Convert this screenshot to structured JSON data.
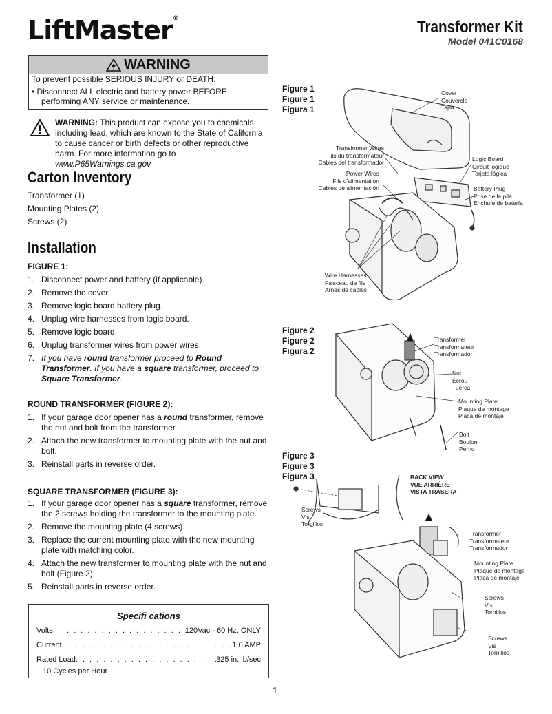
{
  "header": {
    "logo": "LiftMaster",
    "registered": "®",
    "title": "Transformer Kit",
    "model": "Model 041C0168"
  },
  "warning": {
    "heading": "WARNING",
    "line1": "To prevent possible SERIOUS INJURY or DEATH:",
    "bullet": "•  Disconnect ALL electric and battery power BEFORE performing ANY service or maintenance.",
    "prop65_label": "WARNING:",
    "prop65_text": " This product can expose you to chemicals including lead, which are known to the State of California to cause cancer or birth defects or other reproductive harm. For more information go to ",
    "prop65_link": "www.P65Warnings.ca.gov"
  },
  "inventory": {
    "heading": "Carton Inventory",
    "items": [
      "Transformer (1)",
      "Mounting Plates (2)",
      "Screws (2)"
    ]
  },
  "installation": {
    "heading": "Installation",
    "figure1_heading": "FIGURE 1:",
    "figure1_steps": [
      {
        "n": "1.",
        "t": "Disconnect power and battery (if applicable)."
      },
      {
        "n": "2.",
        "t": "Remove the cover."
      },
      {
        "n": "3.",
        "t": "Remove logic board battery plug."
      },
      {
        "n": "4.",
        "t": "Unplug wire harnesses from logic board."
      },
      {
        "n": "5.",
        "t": "Remove logic board."
      },
      {
        "n": "6.",
        "t": "Unplug transformer wires from power wires."
      }
    ],
    "step7_n": "7.",
    "step7_a": "If you have ",
    "step7_b": "round",
    "step7_c": " transformer proceed to ",
    "step7_d": "Round Transformer",
    "step7_e": ". If you have a ",
    "step7_f": "square",
    "step7_g": " transformer, proceed to ",
    "step7_h": "Square Transformer",
    "step7_i": ".",
    "round_heading": "ROUND TRANSFORMER (FIGURE 2):",
    "round_1a": "If your garage door opener has a ",
    "round_1b": "round",
    "round_1c": " transformer, remove the nut and bolt from the transformer.",
    "round_2": "Attach the new transformer to mounting plate with the nut and bolt.",
    "round_3": "Reinstall parts in reverse order.",
    "square_heading": "SQUARE TRANSFORMER (FIGURE 3):",
    "square_1a": "If your garage door opener has a ",
    "square_1b": "square",
    "square_1c": " transformer, remove the 2 screws holding the transformer to the mounting plate.",
    "square_2": "Remove the mounting plate (4 screws).",
    "square_3": "Replace the current mounting plate with the new mounting plate with matching color.",
    "square_4": "Attach the new transformer to mounting plate with the nut and bolt (Figure 2).",
    "square_5": "Reinstall parts in reverse order."
  },
  "specs": {
    "heading": "Specifi cations",
    "rows": [
      {
        "label": "Volts",
        "value": "120Vac - 60 Hz, ONLY"
      },
      {
        "label": "Current",
        "value": "1.0 AMP"
      },
      {
        "label": "Rated Load",
        "value": "325 in. lb/sec"
      }
    ],
    "note": "10 Cycles per Hour"
  },
  "page_number": "1",
  "figures": {
    "fig1": [
      "Figure 1",
      "Figure 1",
      "Figura 1"
    ],
    "fig2": [
      "Figure 2",
      "Figure 2",
      "Figura 2"
    ],
    "fig3": [
      "Figure 3",
      "Figure 3",
      "Figura 3"
    ],
    "fig1_callouts": {
      "cover": [
        "Cover",
        "Couvercle",
        "Tapa"
      ],
      "transformer_wires": [
        "Transformer Wires",
        "Fils du transformateur",
        "Cables del transformador"
      ],
      "power_wires": [
        "Power Wires",
        "Fils d'alimentation",
        "Cables de alimentación"
      ],
      "logic_board": [
        "Logic Board",
        "Circuit logique",
        "Tarjeta lógica"
      ],
      "battery_plug": [
        "Battery Plug",
        "Prise de la pile",
        "Enchufe de batería"
      ],
      "wire_harnesses": [
        "Wire Harnesses",
        "Faisceau de fils",
        "Arnés de cables"
      ]
    },
    "fig2_callouts": {
      "transformer": [
        "Transformer",
        "Transformateur",
        "Transformador"
      ],
      "nut": [
        "Nut",
        "Écrou",
        "Tuerca"
      ],
      "mounting_plate": [
        "Mounting Plate",
        "Plaque de montage",
        "Placa de montaje"
      ],
      "bolt": [
        "Bolt",
        "Boulon",
        "Perno"
      ]
    },
    "fig3_callouts": {
      "back_view": [
        "BACK VIEW",
        "VUE ARRIÈRE",
        "VISTA TRASERA"
      ],
      "screws_a": [
        "Screws",
        "Vis",
        "Tornillos"
      ],
      "transformer": [
        "Transformer",
        "Transformateur",
        "Transformador"
      ],
      "mounting_plate": [
        "Mounting Plate",
        "Plaque de montage",
        "Placa de montaje"
      ],
      "screws_b": [
        "Screws",
        "Vis",
        "Tornillos"
      ],
      "screws_c": [
        "Screws",
        "Vis",
        "Tornillos"
      ]
    }
  }
}
